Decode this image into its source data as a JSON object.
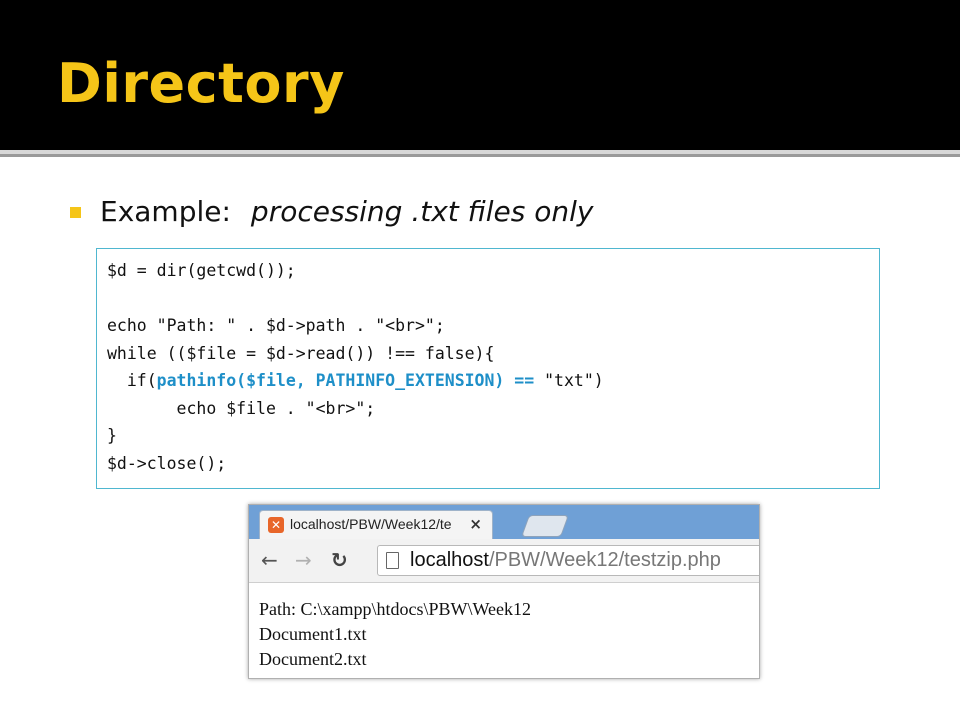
{
  "slide": {
    "title": "Directory",
    "bullet": {
      "label": "Example:",
      "emphasis": "processing .txt files only"
    }
  },
  "code": {
    "line1": "$d = dir(getcwd());",
    "line2": "",
    "line3": "echo \"Path: \" . $d->path . \"<br>\";",
    "line4": "while (($file = $d->read()) !== false){",
    "line5_pre": "  if(",
    "line5_fn": "pathinfo(",
    "line5_var": "$file",
    "line5_const": ", PATHINFO_EXTENSION) == ",
    "line5_str": "\"txt\"",
    "line5_post": ")",
    "line6": "       echo $file . \"<br>\";",
    "line7": "}",
    "line8": "$d->close();"
  },
  "browser": {
    "tab_title": "localhost/PBW/Week12/te",
    "tab_close": "×",
    "url_host": "localhost",
    "url_path": "/PBW/Week12/testzip.php",
    "output": [
      "Path: C:\\xampp\\htdocs\\PBW\\Week12",
      "Document1.txt",
      "Document2.txt"
    ]
  },
  "colors": {
    "title": "#f5c518",
    "accent": "#f5c518",
    "code_highlight": "#1e8fc8",
    "code_border": "#4fb7d0",
    "tabstrip": "#6fa0d6"
  }
}
